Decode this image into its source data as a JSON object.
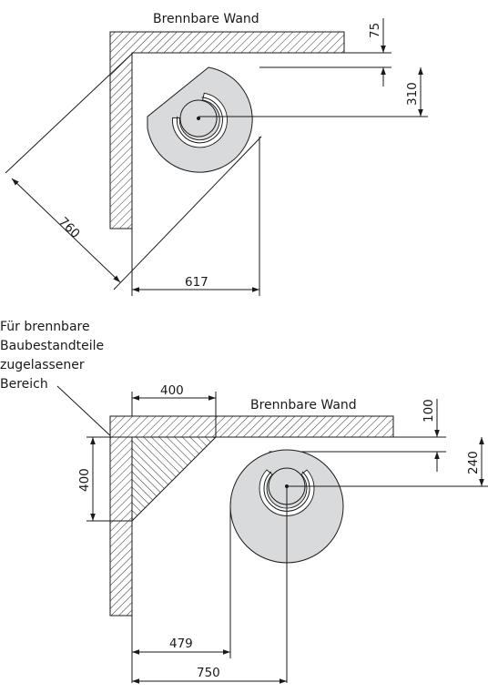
{
  "diagram1": {
    "wall_label": "Brennbare Wand",
    "dim_top": "75",
    "dim_right": "310",
    "dim_diagonal": "760",
    "dim_bottom": "617"
  },
  "diagram2": {
    "zone_label": [
      "Für brennbare",
      "Baubestandteile",
      "zugelassener",
      "Bereich"
    ],
    "dim_zone_top": "400",
    "wall_label": "Brennbare Wand",
    "dim_top": "100",
    "dim_right": "240",
    "dim_zone_left": "400",
    "dim_bottom_inner": "479",
    "dim_bottom_outer": "750"
  }
}
